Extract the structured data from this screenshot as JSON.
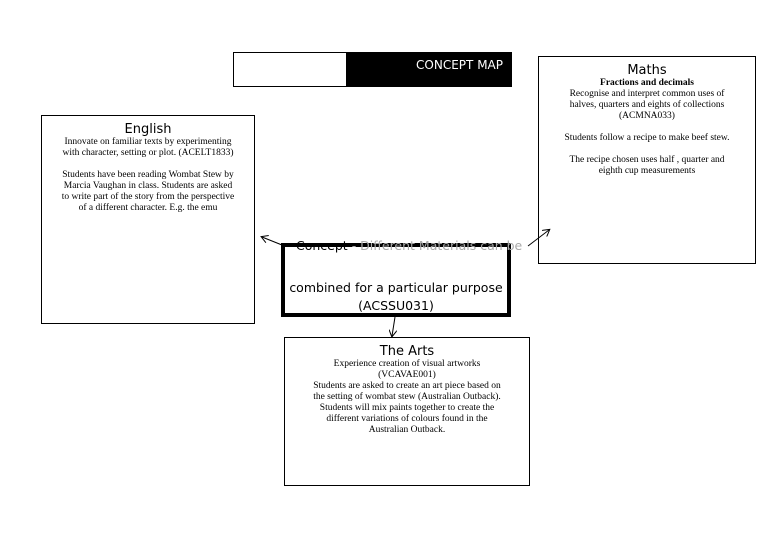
{
  "title": "CONCEPT MAP",
  "english": {
    "heading": "English",
    "lines": [
      "Innovate on familiar texts by experimenting",
      "with character, setting or plot. (ACELT1833)",
      "",
      "Students have been reading Wombat Stew by",
      "Marcia Vaughan in class. Students are asked",
      "to write part of the story from the perspective",
      "of a different character. E.g. the emu"
    ]
  },
  "maths": {
    "heading": "Maths",
    "subheading": "Fractions and decimals",
    "lines": [
      "Recognise and interpret common uses of",
      "halves, quarters and eights of collections",
      "(ACMNA033)",
      "",
      "Students follow a recipe to make beef stew.",
      "",
      "The recipe chosen uses half , quarter and",
      "eighth cup measurements"
    ]
  },
  "concept": {
    "head_dark": "Concept",
    "head_faint": "- Different Materials can be",
    "line2": "combined for a particular purpose",
    "line3": "(ACSSU031)"
  },
  "arts": {
    "heading": "The Arts",
    "lines": [
      "Experience creation of visual artworks",
      "(VCAVAE001)",
      "Students are asked to create an art piece based on",
      "the setting of wombat stew (Australian Outback).",
      "Students will mix paints together to create the",
      "different variations of colours found in the",
      "Australian Outback."
    ]
  }
}
